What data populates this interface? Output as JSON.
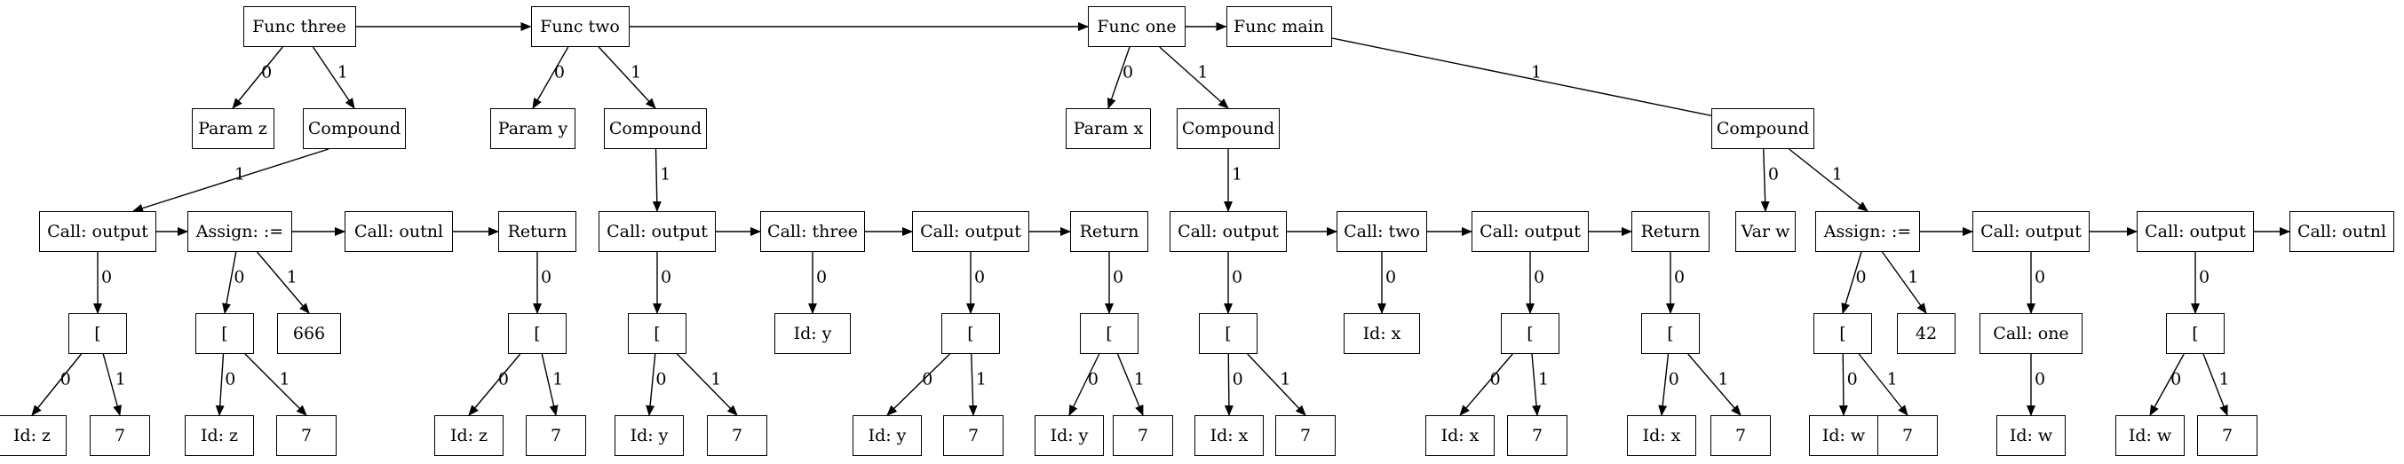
{
  "diagram": {
    "nodes": [
      {
        "id": "func_three",
        "label": "Func three"
      },
      {
        "id": "func_two",
        "label": "Func two"
      },
      {
        "id": "func_one",
        "label": "Func one"
      },
      {
        "id": "func_main",
        "label": "Func main"
      },
      {
        "id": "param_z",
        "label": "Param z"
      },
      {
        "id": "comp_three",
        "label": "Compound"
      },
      {
        "id": "param_y",
        "label": "Param y"
      },
      {
        "id": "comp_two",
        "label": "Compound"
      },
      {
        "id": "param_x",
        "label": "Param x"
      },
      {
        "id": "comp_one",
        "label": "Compound"
      },
      {
        "id": "comp_main",
        "label": "Compound"
      },
      {
        "id": "c1",
        "label": "Call: output"
      },
      {
        "id": "a1",
        "label": "Assign: :="
      },
      {
        "id": "cn1",
        "label": "Call: outnl"
      },
      {
        "id": "r1",
        "label": "Return"
      },
      {
        "id": "c2",
        "label": "Call: output"
      },
      {
        "id": "ct",
        "label": "Call: three"
      },
      {
        "id": "c3",
        "label": "Call: output"
      },
      {
        "id": "r2",
        "label": "Return"
      },
      {
        "id": "c4",
        "label": "Call: output"
      },
      {
        "id": "ctwo",
        "label": "Call: two"
      },
      {
        "id": "c5",
        "label": "Call: output"
      },
      {
        "id": "r3",
        "label": "Return"
      },
      {
        "id": "vw",
        "label": "Var w"
      },
      {
        "id": "a2",
        "label": "Assign: :="
      },
      {
        "id": "c6",
        "label": "Call: output"
      },
      {
        "id": "c7",
        "label": "Call: output"
      },
      {
        "id": "cn2",
        "label": "Call: outnl"
      },
      {
        "id": "b1",
        "label": "["
      },
      {
        "id": "b2",
        "label": "["
      },
      {
        "id": "n666",
        "label": "666"
      },
      {
        "id": "b3",
        "label": "["
      },
      {
        "id": "b4",
        "label": "["
      },
      {
        "id": "idy_t",
        "label": "Id: y"
      },
      {
        "id": "b5",
        "label": "["
      },
      {
        "id": "b6",
        "label": "["
      },
      {
        "id": "b7",
        "label": "["
      },
      {
        "id": "idx_two",
        "label": "Id: x"
      },
      {
        "id": "b8",
        "label": "["
      },
      {
        "id": "b9",
        "label": "["
      },
      {
        "id": "b10",
        "label": "["
      },
      {
        "id": "n42",
        "label": "42"
      },
      {
        "id": "cone",
        "label": "Call: one"
      },
      {
        "id": "b11",
        "label": "["
      },
      {
        "id": "l1a",
        "label": "Id: z"
      },
      {
        "id": "l1b",
        "label": "7"
      },
      {
        "id": "l2a",
        "label": "Id: z"
      },
      {
        "id": "l2b",
        "label": "7"
      },
      {
        "id": "l3a",
        "label": "Id: z"
      },
      {
        "id": "l3b",
        "label": "7"
      },
      {
        "id": "l4a",
        "label": "Id: y"
      },
      {
        "id": "l4b",
        "label": "7"
      },
      {
        "id": "l5a",
        "label": "Id: y"
      },
      {
        "id": "l5b",
        "label": "7"
      },
      {
        "id": "l6a",
        "label": "Id: y"
      },
      {
        "id": "l6b",
        "label": "7"
      },
      {
        "id": "l7a",
        "label": "Id: x"
      },
      {
        "id": "l7b",
        "label": "7"
      },
      {
        "id": "l8a",
        "label": "Id: x"
      },
      {
        "id": "l8b",
        "label": "7"
      },
      {
        "id": "l9a",
        "label": "Id: x"
      },
      {
        "id": "l9b",
        "label": "7"
      },
      {
        "id": "l10a",
        "label": "Id: w"
      },
      {
        "id": "l10b",
        "label": "7"
      },
      {
        "id": "idw_one",
        "label": "Id: w"
      },
      {
        "id": "l11a",
        "label": "Id: w"
      },
      {
        "id": "l11b",
        "label": "7"
      }
    ],
    "edges": [
      {
        "from": "func_three",
        "to": "func_two",
        "label": ""
      },
      {
        "from": "func_two",
        "to": "func_one",
        "label": ""
      },
      {
        "from": "func_one",
        "to": "func_main",
        "label": ""
      },
      {
        "from": "func_three",
        "to": "param_z",
        "label": "0"
      },
      {
        "from": "func_three",
        "to": "comp_three",
        "label": "1"
      },
      {
        "from": "func_two",
        "to": "param_y",
        "label": "0"
      },
      {
        "from": "func_two",
        "to": "comp_two",
        "label": "1"
      },
      {
        "from": "func_one",
        "to": "param_x",
        "label": "0"
      },
      {
        "from": "func_one",
        "to": "comp_one",
        "label": "1"
      },
      {
        "from": "func_main",
        "to": "comp_main",
        "label": "1"
      },
      {
        "from": "comp_three",
        "to": "c1",
        "label": "1"
      },
      {
        "from": "comp_two",
        "to": "c2",
        "label": "1"
      },
      {
        "from": "comp_one",
        "to": "c4",
        "label": "1"
      },
      {
        "from": "comp_main",
        "to": "vw",
        "label": "0"
      },
      {
        "from": "comp_main",
        "to": "a2",
        "label": "1"
      },
      {
        "from": "c1",
        "to": "a1",
        "label": ""
      },
      {
        "from": "a1",
        "to": "cn1",
        "label": ""
      },
      {
        "from": "cn1",
        "to": "r1",
        "label": ""
      },
      {
        "from": "c2",
        "to": "ct",
        "label": ""
      },
      {
        "from": "ct",
        "to": "c3",
        "label": ""
      },
      {
        "from": "c3",
        "to": "r2",
        "label": ""
      },
      {
        "from": "c4",
        "to": "ctwo",
        "label": ""
      },
      {
        "from": "ctwo",
        "to": "c5",
        "label": ""
      },
      {
        "from": "c5",
        "to": "r3",
        "label": ""
      },
      {
        "from": "a2",
        "to": "c6",
        "label": ""
      },
      {
        "from": "c6",
        "to": "c7",
        "label": ""
      },
      {
        "from": "c7",
        "to": "cn2",
        "label": ""
      },
      {
        "from": "c1",
        "to": "b1",
        "label": "0"
      },
      {
        "from": "a1",
        "to": "b2",
        "label": "0"
      },
      {
        "from": "a1",
        "to": "n666",
        "label": "1"
      },
      {
        "from": "r1",
        "to": "b3",
        "label": "0"
      },
      {
        "from": "c2",
        "to": "b4",
        "label": "0"
      },
      {
        "from": "ct",
        "to": "idy_t",
        "label": "0"
      },
      {
        "from": "c3",
        "to": "b5",
        "label": "0"
      },
      {
        "from": "r2",
        "to": "b6",
        "label": "0"
      },
      {
        "from": "c4",
        "to": "b7",
        "label": "0"
      },
      {
        "from": "ctwo",
        "to": "idx_two",
        "label": "0"
      },
      {
        "from": "c5",
        "to": "b8",
        "label": "0"
      },
      {
        "from": "r3",
        "to": "b9",
        "label": "0"
      },
      {
        "from": "a2",
        "to": "b10",
        "label": "0"
      },
      {
        "from": "a2",
        "to": "n42",
        "label": "1"
      },
      {
        "from": "c6",
        "to": "cone",
        "label": "0"
      },
      {
        "from": "c7",
        "to": "b11",
        "label": "0"
      },
      {
        "from": "b1",
        "to": "l1a",
        "label": "0"
      },
      {
        "from": "b1",
        "to": "l1b",
        "label": "1"
      },
      {
        "from": "b2",
        "to": "l2a",
        "label": "0"
      },
      {
        "from": "b2",
        "to": "l2b",
        "label": "1"
      },
      {
        "from": "b3",
        "to": "l3a",
        "label": "0"
      },
      {
        "from": "b3",
        "to": "l3b",
        "label": "1"
      },
      {
        "from": "b4",
        "to": "l4a",
        "label": "0"
      },
      {
        "from": "b4",
        "to": "l4b",
        "label": "1"
      },
      {
        "from": "b5",
        "to": "l5a",
        "label": "0"
      },
      {
        "from": "b5",
        "to": "l5b",
        "label": "1"
      },
      {
        "from": "b6",
        "to": "l6a",
        "label": "0"
      },
      {
        "from": "b6",
        "to": "l6b",
        "label": "1"
      },
      {
        "from": "b7",
        "to": "l7a",
        "label": "0"
      },
      {
        "from": "b7",
        "to": "l7b",
        "label": "1"
      },
      {
        "from": "b8",
        "to": "l8a",
        "label": "0"
      },
      {
        "from": "b8",
        "to": "l8b",
        "label": "1"
      },
      {
        "from": "b9",
        "to": "l9a",
        "label": "0"
      },
      {
        "from": "b9",
        "to": "l9b",
        "label": "1"
      },
      {
        "from": "b10",
        "to": "l10a",
        "label": "0"
      },
      {
        "from": "b10",
        "to": "l10b",
        "label": "1"
      },
      {
        "from": "cone",
        "to": "idw_one",
        "label": "0"
      },
      {
        "from": "b11",
        "to": "l11a",
        "label": "0"
      },
      {
        "from": "b11",
        "to": "l11b",
        "label": "1"
      }
    ]
  }
}
